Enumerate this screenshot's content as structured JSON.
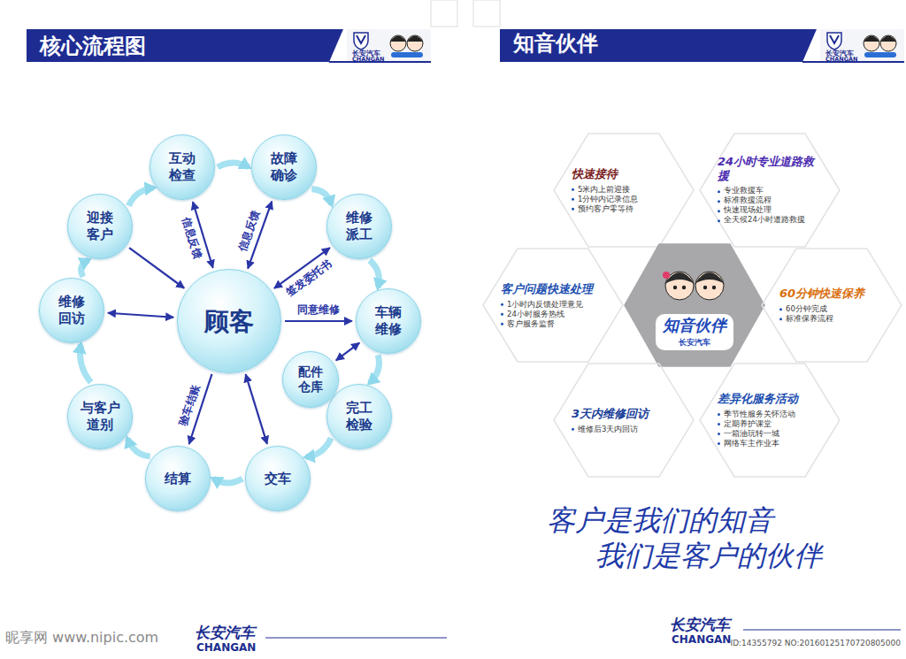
{
  "diagram": {
    "title": "核心流程图",
    "nodes": [
      {
        "text": [
          "顾客"
        ]
      },
      {
        "text": [
          "互动 检查"
        ]
      },
      {
        "text": [
          "故障 确诊"
        ]
      },
      {
        "text": [
          "维修 派工"
        ]
      },
      {
        "text": [
          "车辆 维修"
        ]
      },
      {
        "text": [
          "完工 检验"
        ]
      },
      {
        "text": [
          "交车"
        ]
      },
      {
        "text": [
          "结算"
        ]
      },
      {
        "text": [
          "与客户 道别"
        ]
      },
      {
        "text": [
          "维修 回访"
        ]
      },
      {
        "text": [
          "迎接 客户"
        ]
      },
      {
        "text": [
          "配件 仓库"
        ]
      },
      {
        "text": [
          "快速接待",
          "5米内上前迎接",
          "1分钟内记录信息",
          "预约客户零等待"
        ]
      },
      {
        "text": [
          "24小时专业道路救援",
          "专业救援车",
          "标准救援流程",
          "快速现场处理",
          "全天候24小时道路救援"
        ]
      },
      {
        "text": [
          "客户问题快速处理",
          "1小时内反馈处理意见",
          "24小时服务热线",
          "客户服务监督"
        ]
      },
      {
        "text": [
          "知音伙伴",
          "长安汽车"
        ]
      },
      {
        "text": [
          "60分钟快速保养",
          "60分钟完成",
          "标准保养流程"
        ]
      },
      {
        "text": [
          "3天内维修回访",
          "维修后3天内回访"
        ]
      },
      {
        "text": [
          "差异化服务活动",
          "季节性服务关怀活动",
          "定期养护课堂",
          "一箱油玩转一城",
          "网络车主作业本"
        ]
      }
    ],
    "edges": [
      {
        "from": 10,
        "to": 1,
        "arrow": "to"
      },
      {
        "from": 1,
        "to": 2,
        "arrow": "to"
      },
      {
        "from": 2,
        "to": 3,
        "arrow": "to"
      },
      {
        "from": 3,
        "to": 4,
        "arrow": "to"
      },
      {
        "from": 4,
        "to": 5,
        "arrow": "to"
      },
      {
        "from": 5,
        "to": 6,
        "arrow": "to"
      },
      {
        "from": 6,
        "to": 7,
        "arrow": "to"
      },
      {
        "from": 7,
        "to": 8,
        "arrow": "to"
      },
      {
        "from": 8,
        "to": 9,
        "arrow": "to"
      },
      {
        "from": 9,
        "to": 10,
        "arrow": "to"
      },
      {
        "from": 1,
        "to": 0,
        "label": "信息反馈",
        "arrow": "both"
      },
      {
        "from": 2,
        "to": 0,
        "label": "信息反馈",
        "arrow": "both"
      },
      {
        "from": 3,
        "to": 0,
        "label": "签发委托书",
        "arrow": "both"
      },
      {
        "from": 0,
        "to": 4,
        "label": "同意维修",
        "arrow": "to"
      },
      {
        "from": 4,
        "to": 11,
        "arrow": "both"
      },
      {
        "from": 0,
        "to": 6,
        "arrow": "both"
      },
      {
        "from": 0,
        "to": 7,
        "label": "验车结账",
        "arrow": "to"
      },
      {
        "from": 10,
        "to": 0,
        "arrow": "to"
      },
      {
        "from": 9,
        "to": 0,
        "arrow": "both"
      }
    ],
    "labels": [
      "知音伙伴",
      "长安汽车",
      "CHANGAN",
      "长安汽车",
      "CHANGAN",
      "客户是我们的知音",
      "我们是客户的伙伴",
      "长安汽车",
      "CHANGAN",
      "长安汽车",
      "CHANGAN",
      "昵享网 www.nipic.com",
      "ID:14355792 NO:20160125170720805000"
    ]
  }
}
